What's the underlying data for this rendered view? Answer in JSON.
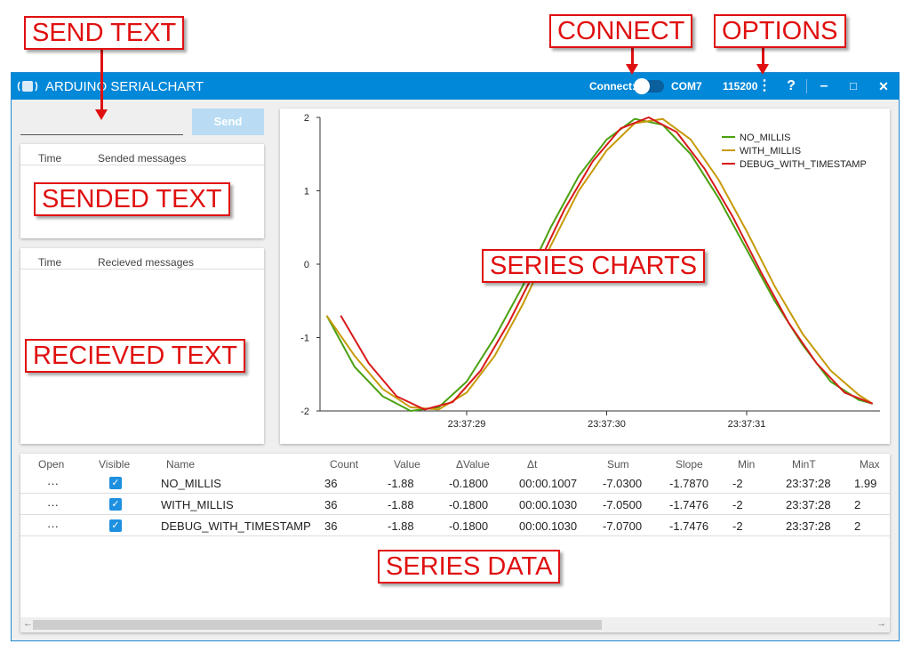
{
  "annotations": {
    "send_text": "SEND TEXT",
    "connect": "CONNECT",
    "options": "OPTIONS",
    "sended_text": "SENDED TEXT",
    "recieved_text": "RECIEVED TEXT",
    "series_charts": "SERIES CHARTS",
    "series_data": "SERIES DATA"
  },
  "titlebar": {
    "title": "ARDUINO SERIALCHART",
    "connect_label": "Connect:",
    "port": "COM7",
    "baud": "115200",
    "options_icon": "⋮",
    "help_icon": "?",
    "minimize_icon": "–",
    "maximize_icon": "□",
    "close_icon": "✕"
  },
  "send": {
    "input_value": "",
    "button_label": "Send"
  },
  "sended_panel": {
    "col_time": "Time",
    "col_messages": "Sended messages"
  },
  "received_panel": {
    "col_time": "Time",
    "col_messages": "Recieved messages"
  },
  "colors": {
    "accent": "#0288d8",
    "no_millis": "#4aa10f",
    "with_millis": "#c79a0a",
    "debug": "#d81a1a"
  },
  "chart_data": {
    "type": "line",
    "title": "",
    "xlabel": "",
    "ylabel": "",
    "ylim": [
      -2,
      2
    ],
    "yticks": [
      "2",
      "1",
      "0",
      "-1",
      "-2"
    ],
    "xticks": [
      "23:37:29",
      "23:37:30",
      "23:37:31"
    ],
    "legend_position": "top-right",
    "series": [
      {
        "name": "NO_MILLIS",
        "color": "#4aa10f",
        "x": [
          28.0,
          28.2,
          28.4,
          28.6,
          28.8,
          29.0,
          29.2,
          29.4,
          29.6,
          29.8,
          30.0,
          30.2,
          30.4,
          30.6,
          30.8,
          31.0,
          31.2,
          31.4,
          31.6,
          31.8,
          31.9
        ],
        "y": [
          -0.7,
          -1.4,
          -1.8,
          -2.0,
          -1.95,
          -1.6,
          -1.0,
          -0.3,
          0.5,
          1.2,
          1.7,
          1.98,
          1.9,
          1.5,
          0.9,
          0.2,
          -0.5,
          -1.1,
          -1.6,
          -1.85,
          -1.9
        ]
      },
      {
        "name": "WITH_MILLIS",
        "color": "#c79a0a",
        "x": [
          28.0,
          28.2,
          28.4,
          28.6,
          28.8,
          29.0,
          29.2,
          29.4,
          29.6,
          29.8,
          30.0,
          30.2,
          30.4,
          30.6,
          30.8,
          31.0,
          31.2,
          31.4,
          31.6,
          31.8,
          31.9
        ],
        "y": [
          -0.7,
          -1.25,
          -1.7,
          -1.95,
          -1.98,
          -1.75,
          -1.25,
          -0.55,
          0.25,
          1.0,
          1.55,
          1.92,
          1.98,
          1.7,
          1.15,
          0.45,
          -0.3,
          -0.95,
          -1.45,
          -1.78,
          -1.9
        ]
      },
      {
        "name": "DEBUG_WITH_TIMESTAMP",
        "color": "#d81a1a",
        "x": [
          28.1,
          28.3,
          28.5,
          28.7,
          28.9,
          29.1,
          29.3,
          29.5,
          29.7,
          29.9,
          30.1,
          30.3,
          30.5,
          30.7,
          30.9,
          31.1,
          31.3,
          31.5,
          31.7,
          31.9
        ],
        "y": [
          -0.7,
          -1.35,
          -1.8,
          -1.98,
          -1.88,
          -1.45,
          -0.8,
          -0.05,
          0.75,
          1.4,
          1.85,
          2.0,
          1.8,
          1.3,
          0.65,
          -0.1,
          -0.8,
          -1.35,
          -1.75,
          -1.9
        ]
      }
    ]
  },
  "table": {
    "headers": [
      "Open",
      "Visible",
      "Name",
      "Count",
      "Value",
      "ΔValue",
      "Δt",
      "Sum",
      "Slope",
      "Min",
      "MinT",
      "Max"
    ],
    "rows": [
      {
        "open": "···",
        "visible": "✓",
        "name": "NO_MILLIS",
        "count": "36",
        "value": "-1.88",
        "dvalue": "-0.1800",
        "dt": "00:00.1007",
        "sum": "-7.0300",
        "slope": "-1.7870",
        "min": "-2",
        "mint": "23:37:28",
        "max": "1.99"
      },
      {
        "open": "···",
        "visible": "✓",
        "name": "WITH_MILLIS",
        "count": "36",
        "value": "-1.88",
        "dvalue": "-0.1800",
        "dt": "00:00.1030",
        "sum": "-7.0500",
        "slope": "-1.7476",
        "min": "-2",
        "mint": "23:37:28",
        "max": "2"
      },
      {
        "open": "···",
        "visible": "✓",
        "name": "DEBUG_WITH_TIMESTAMP",
        "count": "36",
        "value": "-1.88",
        "dvalue": "-0.1800",
        "dt": "00:00.1030",
        "sum": "-7.0700",
        "slope": "-1.7476",
        "min": "-2",
        "mint": "23:37:28",
        "max": "2"
      }
    ],
    "scroll_left": "←",
    "scroll_right": "→"
  }
}
